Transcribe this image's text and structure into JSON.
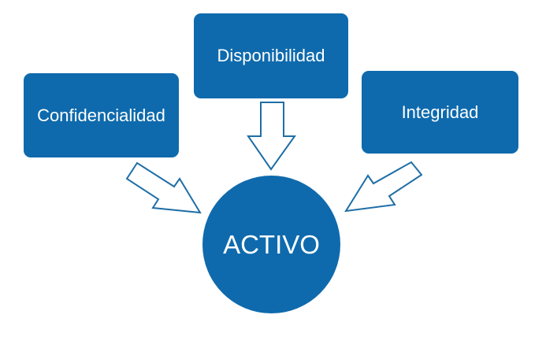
{
  "colors": {
    "fill": "#0e6aad",
    "arrow_stroke": "#1e6ea6",
    "arrow_fill": "#ffffff",
    "text": "#ffffff"
  },
  "nodes": {
    "left": {
      "label": "Confidencialidad"
    },
    "top": {
      "label": "Disponibilidad"
    },
    "right": {
      "label": "Integridad"
    },
    "center": {
      "label": "ACTIVO"
    }
  }
}
